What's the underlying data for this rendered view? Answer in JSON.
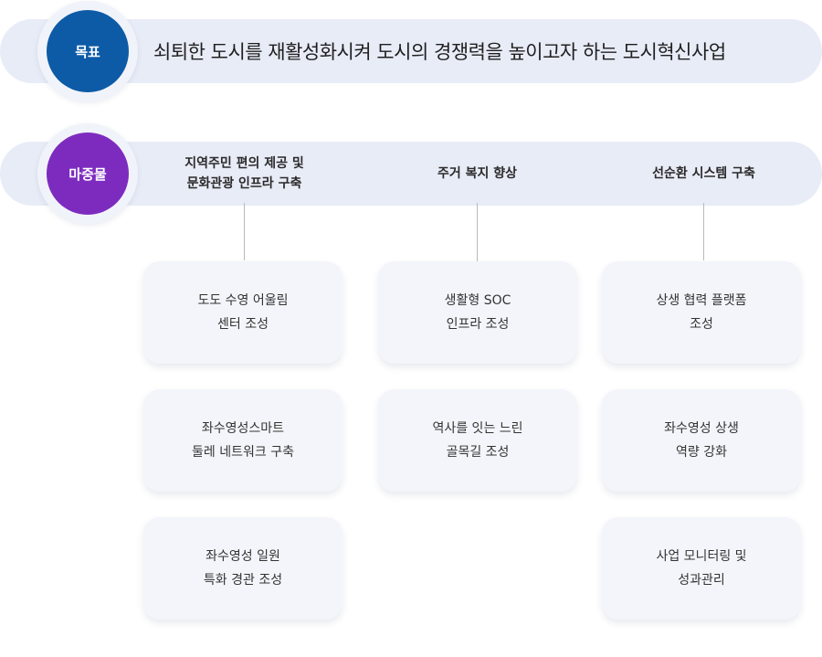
{
  "goal": {
    "badge": "목표",
    "text": "쇠퇴한 도시를 재활성화시켜 도시의 경쟁력을 높이고자 하는 도시혁신사업"
  },
  "mazung": {
    "badge": "마중물"
  },
  "columns": [
    {
      "title": "지역주민 편의 제공 및\n문화관광 인프라 구축",
      "items": [
        "도도 수영 어울림\n센터 조성",
        "좌수영성스마트\n둘레 네트워크 구축",
        "좌수영성 일원\n특화 경관 조성"
      ]
    },
    {
      "title": "주거 복지 향상",
      "items": [
        "생활형 SOC\n인프라 조성",
        "역사를 잇는 느린\n골목길 조성"
      ]
    },
    {
      "title": "선순환 시스템 구축",
      "items": [
        "상생 협력 플랫폼\n조성",
        "좌수영성 상생\n역량 강화",
        "사업 모니터링 및\n성과관리"
      ]
    }
  ]
}
